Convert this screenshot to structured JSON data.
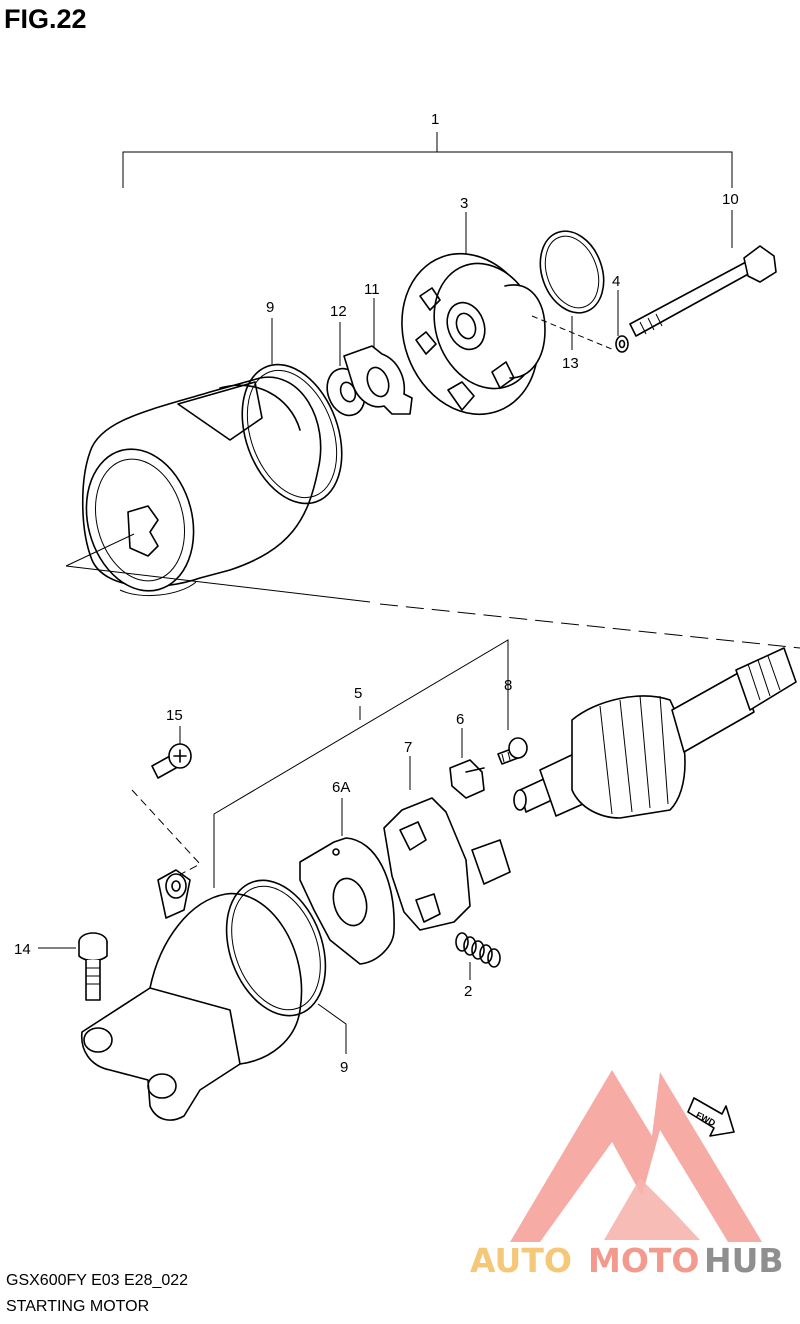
{
  "figure": {
    "title": "FIG.22",
    "model_code": "GSX600FY E03 E28_022",
    "section_name": "STARTING MOTOR"
  },
  "callouts": {
    "c1": "1",
    "c2": "2",
    "c3": "3",
    "c4": "4",
    "c5": "5",
    "c6": "6",
    "c6a": "6A",
    "c7": "7",
    "c8": "8",
    "c9_top": "9",
    "c9_bottom": "9",
    "c10": "10",
    "c11": "11",
    "c12": "12",
    "c13": "13",
    "c14": "14",
    "c15": "15"
  },
  "fwd_marker": "FWD",
  "watermark": {
    "part1": "AUTO",
    "part2": "MOTO",
    "part3": "HUB",
    "colors": {
      "auto": "#f5c879",
      "moto": "#f29a8e",
      "hub": "#8f8f8f",
      "logo": "#f49c94"
    }
  }
}
